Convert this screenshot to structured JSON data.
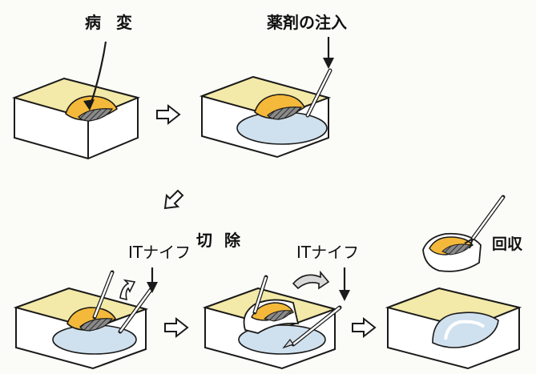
{
  "labels": {
    "lesion": "病 変",
    "injection": "薬剤の注入",
    "it_knife_1": "ITナイフ",
    "cut": "切 除",
    "it_knife_2": "ITナイフ",
    "collect": "回収"
  },
  "colors": {
    "tissue_top": "#f3e9a8",
    "tissue_side": "#ffffff",
    "lesion": "#f4b93a",
    "hatch": "#5a5a5a",
    "fluid": "#cfe0ee",
    "ink": "#1a1a1a"
  },
  "icons": [
    "block-arrow-right-icon",
    "block-arrow-down-left-icon",
    "curved-lift-arrow-icon"
  ]
}
